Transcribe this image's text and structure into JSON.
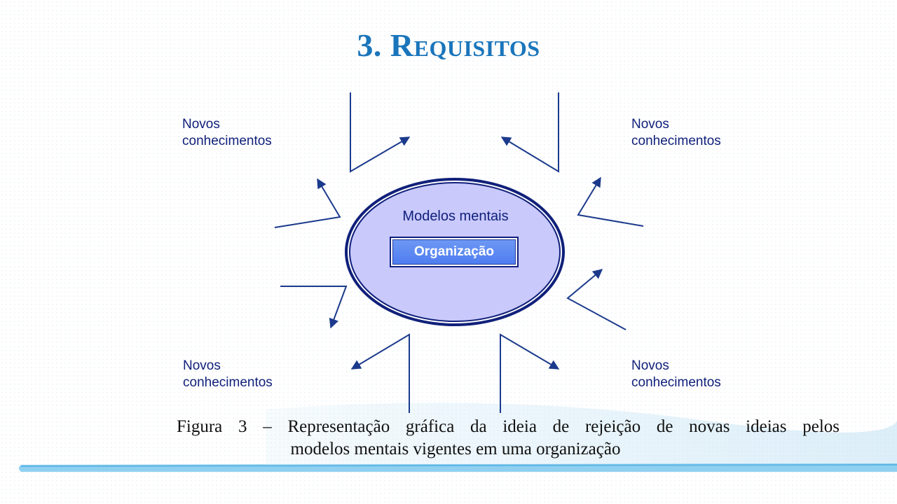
{
  "slide": {
    "title": "3. Requisitos"
  },
  "diagram": {
    "center_label": "Modelos mentais",
    "center_box": "Organização",
    "corner_labels": [
      {
        "line1": "Novos",
        "line2": "conhecimentos"
      },
      {
        "line1": "Novos",
        "line2": "conhecimentos"
      },
      {
        "line1": "Novos",
        "line2": "conhecimentos"
      },
      {
        "line1": "Novos",
        "line2": "conhecimentos"
      }
    ],
    "colors": {
      "title": "#1a75bb",
      "lines": "#1b3a8c",
      "ellipse_fill": "#c9c9fb",
      "ellipse_border": "#10207a",
      "box_fill": "#5a87f2"
    }
  },
  "caption": {
    "line1": "Figura 3 – Representação gráfica da ideia de rejeição de novas ideias pelos",
    "line2": "modelos mentais vigentes em uma organização"
  }
}
